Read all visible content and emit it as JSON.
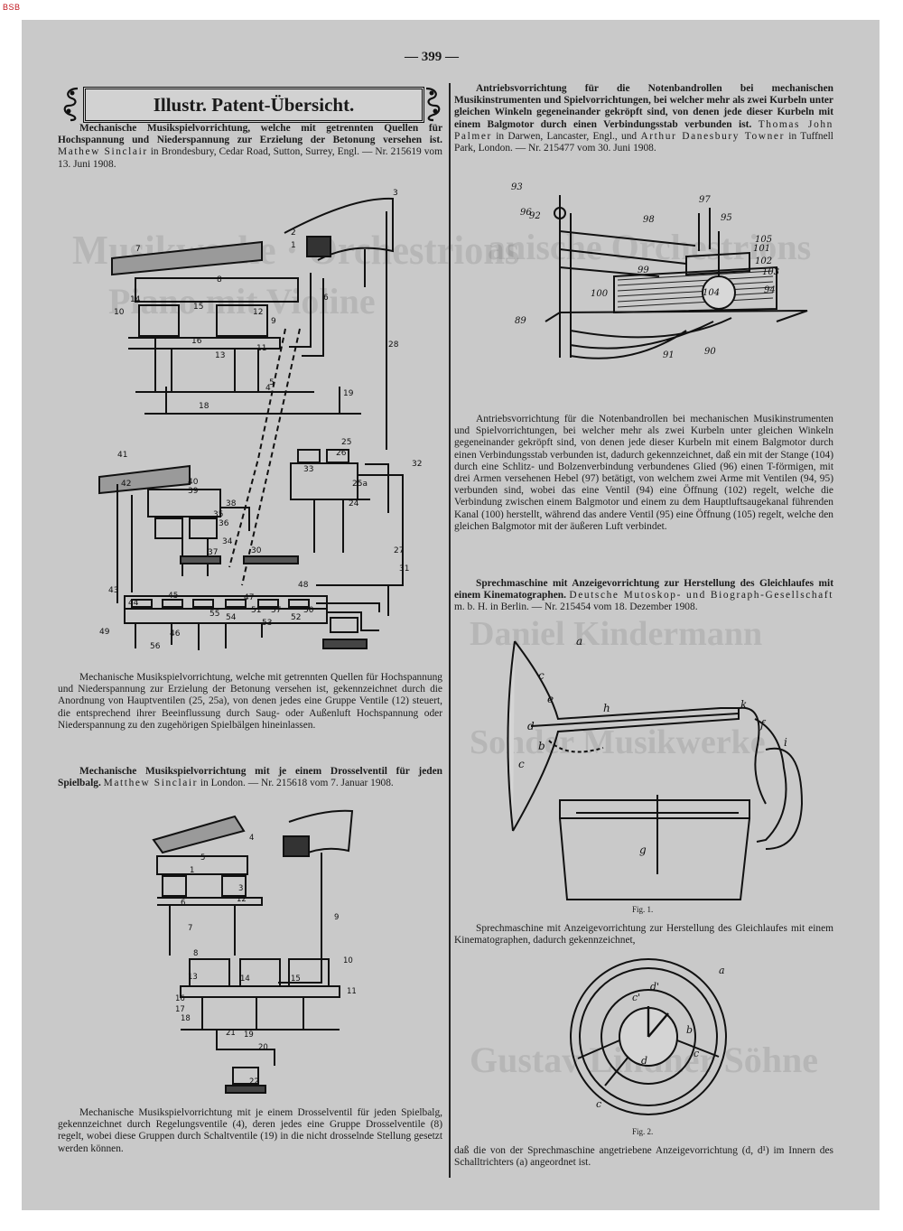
{
  "library_mark": "BSB",
  "page_number": "— 399 —",
  "header_title": "Illustr. Patent-Übersicht.",
  "left": {
    "p1_title": "Mechanische Musikspielvorrichtung, welche mit getrennten Quellen für Hochspannung und Niederspannung zur Erzielung der Betonung versehen ist.",
    "p1_author": "Mathew Sinclair",
    "p1_rest": "in Brondesbury, Cedar Road, Sutton, Surrey, Engl. — Nr. 215619 vom 13. Juni 1908.",
    "p1_claim": "Mechanische Musikspielvorrichtung, welche mit getrennten Quellen für Hochspannung und Niederspannung zur Erzielung der Betonung versehen ist, gekennzeichnet durch die Anordnung von Hauptventilen (25, 25a), von denen jedes eine Gruppe Ventile (12) steuert, die entsprechend ihrer Beeinflussung durch Saug- oder Außenluft Hochspannung oder Niederspannung zu den zugehörigen Spielbälgen hineinlassen.",
    "p2_title": "Mechanische Musikspielvorrichtung mit je einem Drosselventil für jeden Spielbalg.",
    "p2_author": "Matthew Sinclair",
    "p2_rest": "in London. — Nr. 215618 vom 7. Januar 1908.",
    "p2_claim": "Mechanische Musikspielvorrichtung mit je einem Drosselventil für jeden Spielbalg, gekennzeichnet durch Regelungsventile (4), deren jedes eine Gruppe Drosselventile (8) regelt, wobei diese Gruppen durch Schaltventile (19) in die nicht drosselnde Stellung gesetzt werden können."
  },
  "right": {
    "p3_title": "Antriebsvorrichtung für die Notenbandrollen bei mechanischen Musikinstrumenten und Spielvorrichtungen, bei welcher mehr als zwei Kurbeln unter gleichen Winkeln gegeneinander gekröpft sind, von denen jede dieser Kurbeln mit einem Balgmotor durch einen Verbindungsstab verbunden ist.",
    "p3_author1": "Thomas John Palmer",
    "p3_mid": "in Darwen, Lancaster, Engl., und",
    "p3_author2": "Arthur Danesbury Towner",
    "p3_rest": "in Tuffnell Park, London. — Nr. 215477 vom 30. Juni 1908.",
    "p3_claim": "Antriebsvorrichtung für die Notenbandrollen bei mechanischen Musikinstrumenten und Spielvorrichtungen, bei welcher mehr als zwei Kurbeln unter gleichen Winkeln gegeneinander gekröpft sind, von denen jede dieser Kurbeln mit einem Balgmotor durch einen Verbindungsstab verbunden ist, dadurch gekennzeichnet, daß ein mit der Stange (104) durch eine Schlitz- und Bolzenverbindung verbundenes Glied (96) einen T-förmigen, mit drei Armen versehenen Hebel (97) betätigt, von welchem zwei Arme mit Ventilen (94, 95) verbunden sind, wobei das eine Ventil (94) eine Öffnung (102) regelt, welche die Verbindung zwischen einem Balgmotor und einem zu dem Hauptluftsaugekanal führenden Kanal (100) herstellt, während das andere Ventil (95) eine Öffnung (105) regelt, welche den gleichen Balgmotor mit der äußeren Luft verbindet.",
    "p4_title": "Sprechmaschine mit Anzeigevorrichtung zur Herstellung des Gleichlaufes mit einem Kinematographen.",
    "p4_author": "Deutsche Mutoskop- und Biograph-Gesellschaft",
    "p4_rest": "m. b. H. in Berlin. — Nr. 215454 vom 18. Dezember 1908.",
    "fig1_caption": "Fig. 1.",
    "p4_claim_a": "Sprechmaschine mit Anzeigevorrichtung zur Herstellung des Gleichlaufes mit einem Kinematographen, dadurch gekennzeichnet,",
    "fig2_caption": "Fig. 2.",
    "p4_claim_b": "daß die von der Sprechmaschine angetriebene Anzeigevorrichtung (d, d¹) im Innern des Schalltrichters (a) angeordnet ist."
  },
  "figure_labels": {
    "fig_tl": [
      "7",
      "3",
      "2",
      "1",
      "8",
      "12",
      "14",
      "10",
      "9",
      "6",
      "15",
      "11",
      "16",
      "13",
      "5",
      "4",
      "28",
      "18",
      "19",
      "25",
      "26",
      "25a",
      "32",
      "33",
      "24",
      "41",
      "42",
      "40",
      "39",
      "38",
      "36",
      "35",
      "34",
      "37",
      "30",
      "27",
      "31",
      "43",
      "44",
      "45",
      "47",
      "48",
      "57",
      "53",
      "50",
      "52",
      "51",
      "55",
      "54",
      "49",
      "46",
      "56"
    ],
    "fig_bl": [
      "5",
      "4",
      "12",
      "1",
      "3",
      "6",
      "7",
      "8",
      "13",
      "14",
      "15",
      "16",
      "17",
      "18",
      "19",
      "20",
      "21",
      "22",
      "9",
      "10",
      "11"
    ],
    "fig_tr": [
      "93",
      "92",
      "96",
      "98",
      "97",
      "95",
      "105",
      "101",
      "102",
      "103",
      "94",
      "99",
      "100",
      "104",
      "89",
      "90",
      "91"
    ],
    "fig1": [
      "a",
      "c",
      "e",
      "h",
      "k",
      "f",
      "d",
      "b",
      "c",
      "i",
      "g"
    ],
    "fig2": [
      "a",
      "d'",
      "c'",
      "b",
      "d",
      "c",
      "c"
    ]
  }
}
